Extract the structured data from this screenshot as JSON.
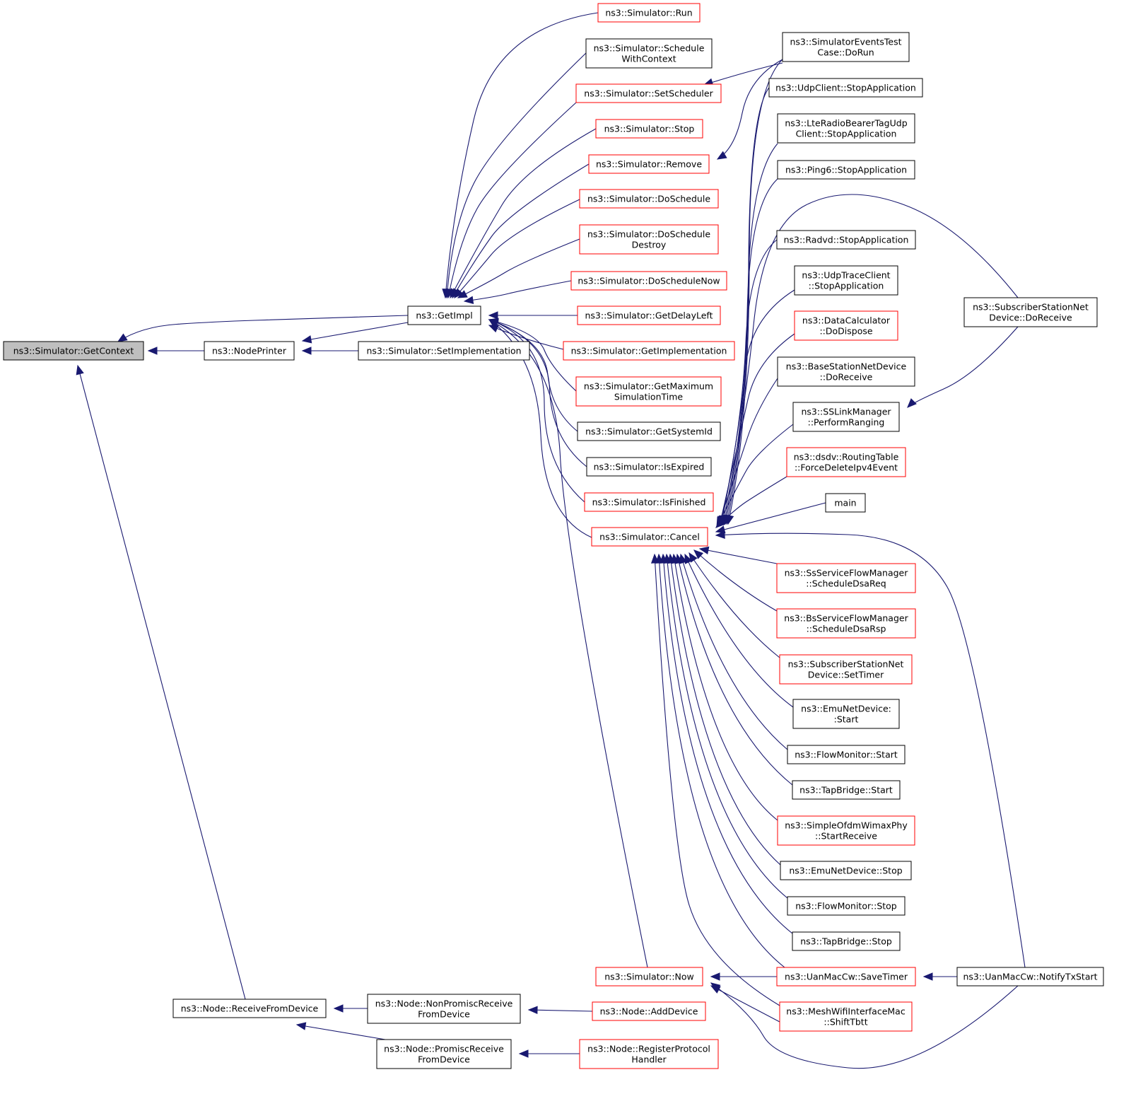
{
  "graph": {
    "edge_color": "#191970",
    "border_color_normal": "#000000",
    "border_color_highlight": "#ff0000",
    "root_fill": "#bfbfbf",
    "nodes": [
      {
        "id": "getcontext",
        "lines": [
          "ns3::Simulator::GetContext"
        ],
        "border": "black",
        "root": true
      },
      {
        "id": "nodeprinter",
        "lines": [
          "ns3::NodePrinter"
        ],
        "border": "black"
      },
      {
        "id": "setimpl",
        "lines": [
          "ns3::Simulator::SetImplementation"
        ],
        "border": "black"
      },
      {
        "id": "getimpl",
        "lines": [
          "ns3::GetImpl"
        ],
        "border": "black"
      },
      {
        "id": "run",
        "lines": [
          "ns3::Simulator::Run"
        ],
        "border": "red"
      },
      {
        "id": "schedwithctx",
        "lines": [
          "ns3::Simulator::Schedule",
          "WithContext"
        ],
        "border": "black"
      },
      {
        "id": "setscheduler",
        "lines": [
          "ns3::Simulator::SetScheduler"
        ],
        "border": "red"
      },
      {
        "id": "stop",
        "lines": [
          "ns3::Simulator::Stop"
        ],
        "border": "red"
      },
      {
        "id": "remove",
        "lines": [
          "ns3::Simulator::Remove"
        ],
        "border": "red"
      },
      {
        "id": "doschedule",
        "lines": [
          "ns3::Simulator::DoSchedule"
        ],
        "border": "red"
      },
      {
        "id": "doscheddestroy",
        "lines": [
          "ns3::Simulator::DoSchedule",
          "Destroy"
        ],
        "border": "red"
      },
      {
        "id": "doschednow",
        "lines": [
          "ns3::Simulator::DoScheduleNow"
        ],
        "border": "red"
      },
      {
        "id": "getdelayleft",
        "lines": [
          "ns3::Simulator::GetDelayLeft"
        ],
        "border": "red"
      },
      {
        "id": "getimplementation",
        "lines": [
          "ns3::Simulator::GetImplementation"
        ],
        "border": "red"
      },
      {
        "id": "getmaxsim",
        "lines": [
          "ns3::Simulator::GetMaximum",
          "SimulationTime"
        ],
        "border": "red"
      },
      {
        "id": "getsystemid",
        "lines": [
          "ns3::Simulator::GetSystemId"
        ],
        "border": "black"
      },
      {
        "id": "isexpired",
        "lines": [
          "ns3::Simulator::IsExpired"
        ],
        "border": "black"
      },
      {
        "id": "isfinished",
        "lines": [
          "ns3::Simulator::IsFinished"
        ],
        "border": "red"
      },
      {
        "id": "cancel",
        "lines": [
          "ns3::Simulator::Cancel"
        ],
        "border": "red"
      },
      {
        "id": "now",
        "lines": [
          "ns3::Simulator::Now"
        ],
        "border": "red"
      },
      {
        "id": "simeventstest",
        "lines": [
          "ns3::SimulatorEventsTest",
          "Case::DoRun"
        ],
        "border": "black"
      },
      {
        "id": "udpclientstop",
        "lines": [
          "ns3::UdpClient::StopApplication"
        ],
        "border": "black"
      },
      {
        "id": "lteradio",
        "lines": [
          "ns3::LteRadioBearerTagUdp",
          "Client::StopApplication"
        ],
        "border": "black"
      },
      {
        "id": "ping6stop",
        "lines": [
          "ns3::Ping6::StopApplication"
        ],
        "border": "black"
      },
      {
        "id": "radvdstop",
        "lines": [
          "ns3::Radvd::StopApplication"
        ],
        "border": "black"
      },
      {
        "id": "udptracestop",
        "lines": [
          "ns3::UdpTraceClient",
          "::StopApplication"
        ],
        "border": "black"
      },
      {
        "id": "datacalcdispose",
        "lines": [
          "ns3::DataCalculator",
          "::DoDispose"
        ],
        "border": "red"
      },
      {
        "id": "basestationrecv",
        "lines": [
          "ns3::BaseStationNetDevice",
          "::DoReceive"
        ],
        "border": "black"
      },
      {
        "id": "sslinkranging",
        "lines": [
          "ns3::SSLinkManager",
          "::PerformRanging"
        ],
        "border": "black"
      },
      {
        "id": "dsdvforce",
        "lines": [
          "ns3::dsdv::RoutingTable",
          "::ForceDeleteIpv4Event"
        ],
        "border": "red"
      },
      {
        "id": "main",
        "lines": [
          "main"
        ],
        "border": "black"
      },
      {
        "id": "ssdsareq",
        "lines": [
          "ns3::SsServiceFlowManager",
          "::ScheduleDsaReq"
        ],
        "border": "red"
      },
      {
        "id": "bsdsarsp",
        "lines": [
          "ns3::BsServiceFlowManager",
          "::ScheduleDsaRsp"
        ],
        "border": "red"
      },
      {
        "id": "sssettimer",
        "lines": [
          "ns3::SubscriberStationNet",
          "Device::SetTimer"
        ],
        "border": "red"
      },
      {
        "id": "emustart",
        "lines": [
          "ns3::EmuNetDevice:",
          ":Start"
        ],
        "border": "black"
      },
      {
        "id": "flowstart",
        "lines": [
          "ns3::FlowMonitor::Start"
        ],
        "border": "black"
      },
      {
        "id": "tapstart",
        "lines": [
          "ns3::TapBridge::Start"
        ],
        "border": "black"
      },
      {
        "id": "ofdmrecv",
        "lines": [
          "ns3::SimpleOfdmWimaxPhy",
          "::StartReceive"
        ],
        "border": "red"
      },
      {
        "id": "emustop",
        "lines": [
          "ns3::EmuNetDevice::Stop"
        ],
        "border": "black"
      },
      {
        "id": "flowstop",
        "lines": [
          "ns3::FlowMonitor::Stop"
        ],
        "border": "black"
      },
      {
        "id": "tapstop",
        "lines": [
          "ns3::TapBridge::Stop"
        ],
        "border": "black"
      },
      {
        "id": "uansavetimer",
        "lines": [
          "ns3::UanMacCw::SaveTimer"
        ],
        "border": "red"
      },
      {
        "id": "meshshift",
        "lines": [
          "ns3::MeshWifiInterfaceMac",
          "::ShiftTbtt"
        ],
        "border": "red"
      },
      {
        "id": "ssdoreceive",
        "lines": [
          "ns3::SubscriberStationNet",
          "Device::DoReceive"
        ],
        "border": "black"
      },
      {
        "id": "uannotify",
        "lines": [
          "ns3::UanMacCw::NotifyTxStart"
        ],
        "border": "black"
      },
      {
        "id": "recvfromdev",
        "lines": [
          "ns3::Node::ReceiveFromDevice"
        ],
        "border": "black"
      },
      {
        "id": "nonpromisc",
        "lines": [
          "ns3::Node::NonPromiscReceive",
          "FromDevice"
        ],
        "border": "black"
      },
      {
        "id": "promisc",
        "lines": [
          "ns3::Node::PromiscReceive",
          "FromDevice"
        ],
        "border": "black"
      },
      {
        "id": "adddevice",
        "lines": [
          "ns3::Node::AddDevice"
        ],
        "border": "red"
      },
      {
        "id": "regproto",
        "lines": [
          "ns3::Node::RegisterProtocol",
          "Handler"
        ],
        "border": "red"
      }
    ],
    "edges": [
      [
        "nodeprinter",
        "getcontext"
      ],
      [
        "getimpl",
        "getcontext"
      ],
      [
        "recvfromdev",
        "getcontext"
      ],
      [
        "getimpl",
        "nodeprinter"
      ],
      [
        "setimpl",
        "nodeprinter"
      ],
      [
        "run",
        "getimpl"
      ],
      [
        "schedwithctx",
        "getimpl"
      ],
      [
        "setscheduler",
        "getimpl"
      ],
      [
        "stop",
        "getimpl"
      ],
      [
        "remove",
        "getimpl"
      ],
      [
        "doschedule",
        "getimpl"
      ],
      [
        "doscheddestroy",
        "getimpl"
      ],
      [
        "doschednow",
        "getimpl"
      ],
      [
        "getdelayleft",
        "getimpl"
      ],
      [
        "getimplementation",
        "getimpl"
      ],
      [
        "getmaxsim",
        "getimpl"
      ],
      [
        "getsystemid",
        "getimpl"
      ],
      [
        "isexpired",
        "getimpl"
      ],
      [
        "isfinished",
        "getimpl"
      ],
      [
        "cancel",
        "getimpl"
      ],
      [
        "now",
        "getimpl"
      ],
      [
        "simeventstest",
        "setscheduler"
      ],
      [
        "simeventstest",
        "remove"
      ],
      [
        "simeventstest",
        "cancel"
      ],
      [
        "udpclientstop",
        "cancel"
      ],
      [
        "lteradio",
        "cancel"
      ],
      [
        "ping6stop",
        "cancel"
      ],
      [
        "ssdoreceive",
        "cancel"
      ],
      [
        "radvdstop",
        "cancel"
      ],
      [
        "udptracestop",
        "cancel"
      ],
      [
        "datacalcdispose",
        "cancel"
      ],
      [
        "basestationrecv",
        "cancel"
      ],
      [
        "sslinkranging",
        "cancel"
      ],
      [
        "dsdvforce",
        "cancel"
      ],
      [
        "main",
        "cancel"
      ],
      [
        "uannotify",
        "cancel"
      ],
      [
        "ssdoreceive",
        "sslinkranging"
      ],
      [
        "ssdsareq",
        "cancel"
      ],
      [
        "bsdsarsp",
        "cancel"
      ],
      [
        "sssettimer",
        "cancel"
      ],
      [
        "emustart",
        "cancel"
      ],
      [
        "flowstart",
        "cancel"
      ],
      [
        "tapstart",
        "cancel"
      ],
      [
        "ofdmrecv",
        "cancel"
      ],
      [
        "emustop",
        "cancel"
      ],
      [
        "flowstop",
        "cancel"
      ],
      [
        "tapstop",
        "cancel"
      ],
      [
        "uansavetimer",
        "cancel"
      ],
      [
        "meshshift",
        "cancel"
      ],
      [
        "uansavetimer",
        "now"
      ],
      [
        "meshshift",
        "now"
      ],
      [
        "uannotify",
        "now"
      ],
      [
        "uannotify",
        "uansavetimer"
      ],
      [
        "nonpromisc",
        "recvfromdev"
      ],
      [
        "promisc",
        "recvfromdev"
      ],
      [
        "adddevice",
        "nonpromisc"
      ],
      [
        "regproto",
        "promisc"
      ]
    ]
  }
}
